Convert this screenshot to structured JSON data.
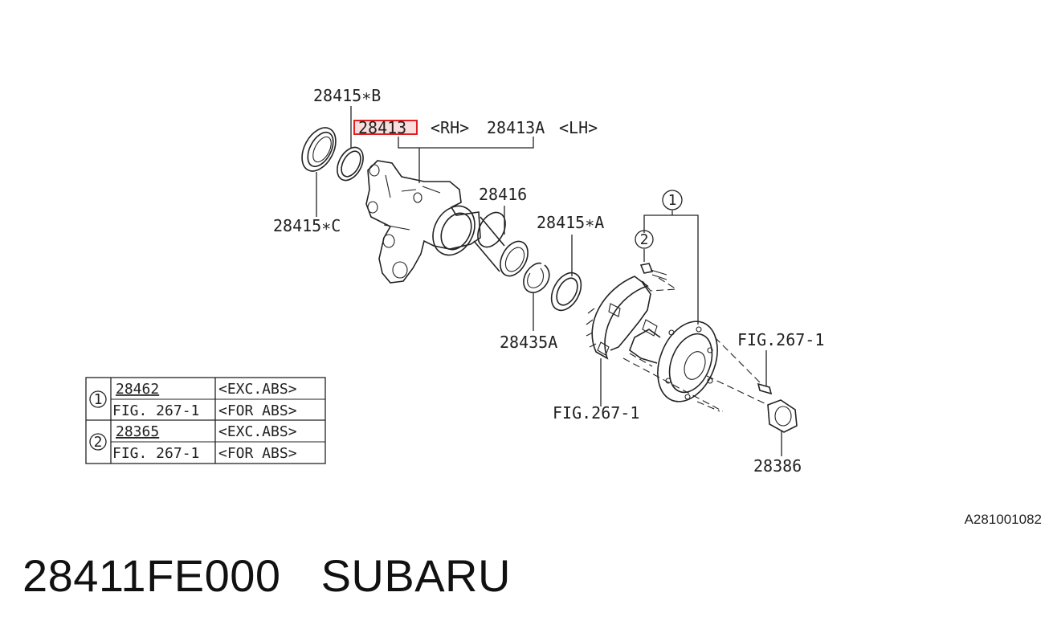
{
  "callouts": {
    "oil_seal_b": "28415∗B",
    "housing_rh": "28413",
    "housing_rh_tag": "<RH>",
    "housing_lh": "28413A",
    "housing_lh_tag": "<LH>",
    "oil_seal_c": "28415∗C",
    "bearing": "28416",
    "oil_seal_a": "28415∗A",
    "snap_ring": "28435A",
    "ref_fig_lower": "FIG.267-1",
    "ref_fig_right": "FIG.267-1",
    "nut": "28386",
    "marker_1": "1",
    "marker_2": "2"
  },
  "highlight": {
    "part": "28413",
    "color": "#e02020"
  },
  "legend": [
    {
      "marker": "1",
      "rows": [
        {
          "part": "28462",
          "note": "<EXC.ABS>"
        },
        {
          "part": "FIG. 267-1",
          "note": "<FOR ABS>"
        }
      ]
    },
    {
      "marker": "2",
      "rows": [
        {
          "part": "28365",
          "note": "<EXC.ABS>"
        },
        {
          "part": "FIG. 267-1",
          "note": "<FOR ABS>"
        }
      ]
    }
  ],
  "diagram_id": "A281001082",
  "footer": {
    "part_number": "28411FE000",
    "brand": "SUBARU"
  }
}
